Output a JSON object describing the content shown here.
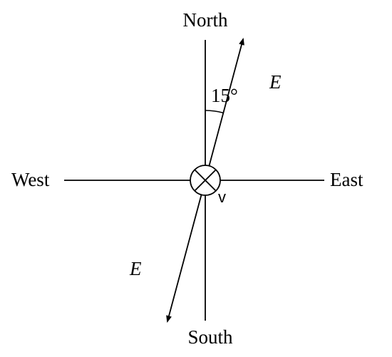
{
  "labels": {
    "north": "North",
    "south": "South",
    "east": "East",
    "west": "West"
  },
  "field_label_upper": "E",
  "field_label_lower": "E",
  "velocity_label": "v",
  "angle_label": "15°",
  "angle_from_north_deg": 15,
  "colors": {
    "ink": "#000000",
    "background": "#ffffff"
  }
}
